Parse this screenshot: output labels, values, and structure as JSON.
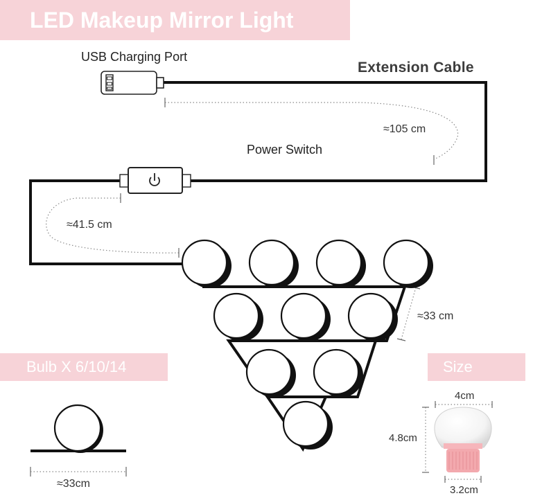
{
  "title": "LED Makeup Mirror Light",
  "labels": {
    "usb_port": "USB Charging Port",
    "extension_cable": "Extension Cable",
    "power_switch": "Power Switch",
    "bulb_count": "Bulb X 6/10/14",
    "size": "Size"
  },
  "measurements": {
    "extension_length": "≈105 cm",
    "switch_to_bulb_length": "≈41.5 cm",
    "bulb_spacing": "≈33 cm",
    "bulb_segment": "≈33cm",
    "bulb_width": "4cm",
    "bulb_height": "4.8cm",
    "bulb_base_width": "3.2cm"
  },
  "colors": {
    "banner": "#f7d3d8",
    "bulb_base": "#f3a9ae"
  }
}
